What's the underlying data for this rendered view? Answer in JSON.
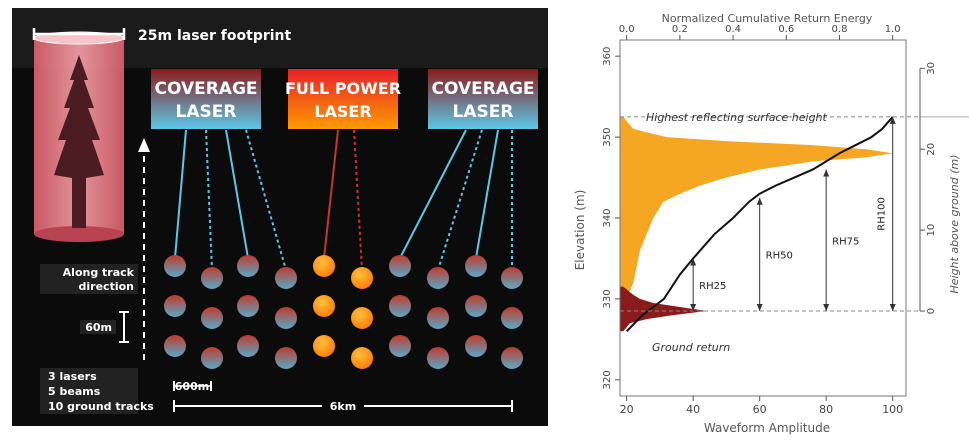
{
  "diagram": {
    "footprint_label": "25m laser footprint",
    "coverage_left_label": [
      "COVERAGE",
      "LASER"
    ],
    "full_power_label": [
      "FULL POWER",
      "LASER"
    ],
    "coverage_right_label": [
      "COVERAGE",
      "LASER"
    ],
    "along_track_label": [
      "Along track",
      "direction"
    ],
    "spacing_60m": "60m",
    "spacing_600m": "600m",
    "swath_6km": "6km",
    "summary": [
      "3 lasers",
      "5 beams",
      "10 ground tracks"
    ],
    "colors": {
      "background": "#0b0b0b",
      "coverage_beam": "#5cc8e8",
      "full_power_beam": "#c0392b",
      "coverage_spot": "#c0392b",
      "full_power_spot": "#ff8c00"
    }
  },
  "chart_data": {
    "type": "line",
    "top_axis_label": "Normalized Cumulative Return Energy",
    "top_ticks": [
      "0.0",
      "0.2",
      "0.4",
      "0.6",
      "0.8",
      "1.0"
    ],
    "xlabel": "Waveform Amplitude",
    "x_ticks": [
      "20",
      "40",
      "60",
      "80",
      "100"
    ],
    "xlim": [
      18,
      104
    ],
    "ylabel": "Elevation (m)",
    "y_ticks": [
      "320",
      "330",
      "340",
      "350",
      "360"
    ],
    "ylim": [
      318,
      362
    ],
    "right_axis_label": "Height above ground (m)",
    "right_ticks": [
      "0",
      "10",
      "20",
      "30"
    ],
    "annotations": {
      "highest_surface": "Highest reflecting surface height",
      "ground_return": "Ground return",
      "rh25": "RH25",
      "rh50": "RH50",
      "rh75": "RH75",
      "rh100": "RH100"
    },
    "ground_elevation": 328.5,
    "top_elevation": 352.5,
    "rh_heights": {
      "RH25": 6.5,
      "RH50": 14.0,
      "RH75": 17.5,
      "RH100": 24.0
    },
    "rh_x_energy": {
      "RH25": 0.25,
      "RH50": 0.5,
      "RH75": 0.75,
      "RH100": 1.0
    },
    "canopy_waveform": [
      [
        352.5,
        19
      ],
      [
        351,
        22
      ],
      [
        350,
        32
      ],
      [
        349.5,
        50
      ],
      [
        349,
        76
      ],
      [
        348.5,
        92
      ],
      [
        348,
        100
      ],
      [
        347.5,
        92
      ],
      [
        347,
        76
      ],
      [
        346,
        60
      ],
      [
        345,
        50
      ],
      [
        344,
        42
      ],
      [
        343,
        36
      ],
      [
        342,
        31
      ],
      [
        340,
        28
      ],
      [
        338,
        26
      ],
      [
        336,
        24
      ],
      [
        334,
        23
      ],
      [
        332,
        22
      ],
      [
        331,
        21
      ],
      [
        330.5,
        19
      ]
    ],
    "ground_waveform": [
      [
        331.5,
        19
      ],
      [
        330.5,
        22
      ],
      [
        330,
        24
      ],
      [
        329.5,
        28
      ],
      [
        329,
        36
      ],
      [
        328.5,
        44
      ],
      [
        328,
        34
      ],
      [
        327.5,
        26
      ],
      [
        327,
        21
      ],
      [
        326,
        19
      ]
    ],
    "cumulative_curve": [
      [
        326,
        0.0
      ],
      [
        328,
        0.06
      ],
      [
        330,
        0.14
      ],
      [
        333,
        0.2
      ],
      [
        335,
        0.25
      ],
      [
        338,
        0.33
      ],
      [
        340,
        0.4
      ],
      [
        342,
        0.46
      ],
      [
        343,
        0.5
      ],
      [
        344,
        0.56
      ],
      [
        345,
        0.63
      ],
      [
        346,
        0.7
      ],
      [
        347,
        0.75
      ],
      [
        348,
        0.8
      ],
      [
        349,
        0.86
      ],
      [
        350,
        0.92
      ],
      [
        351,
        0.96
      ],
      [
        352.5,
        1.0
      ]
    ],
    "colors": {
      "canopy": "#f5a623",
      "ground": "#8b1a1a",
      "curve": "#111111"
    }
  }
}
